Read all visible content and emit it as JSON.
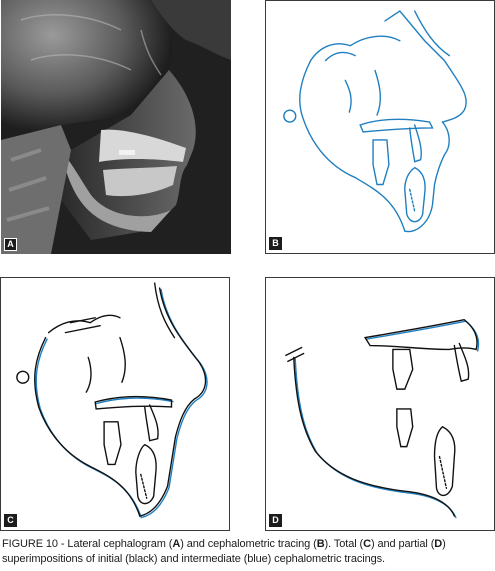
{
  "panels": {
    "a": {
      "label": "A"
    },
    "b": {
      "label": "B"
    },
    "c": {
      "label": "C"
    },
    "d": {
      "label": "D"
    }
  },
  "caption": {
    "t1": "FIGURE 10 - Lateral cephalogram (",
    "b1": "A",
    "t2": ") and cephalometric tracing (",
    "b2": "B",
    "t3": "). Total (",
    "b3": "C",
    "t4": ") and partial (",
    "b4": "D",
    "t5": ") superimpositions of initial (black) and intermediate (blue) cephalometric tracings."
  },
  "colors": {
    "initial_tracing": "#111111",
    "intermediate_tracing": "#1f7fc0",
    "xray_background": "#1a1a1a"
  }
}
